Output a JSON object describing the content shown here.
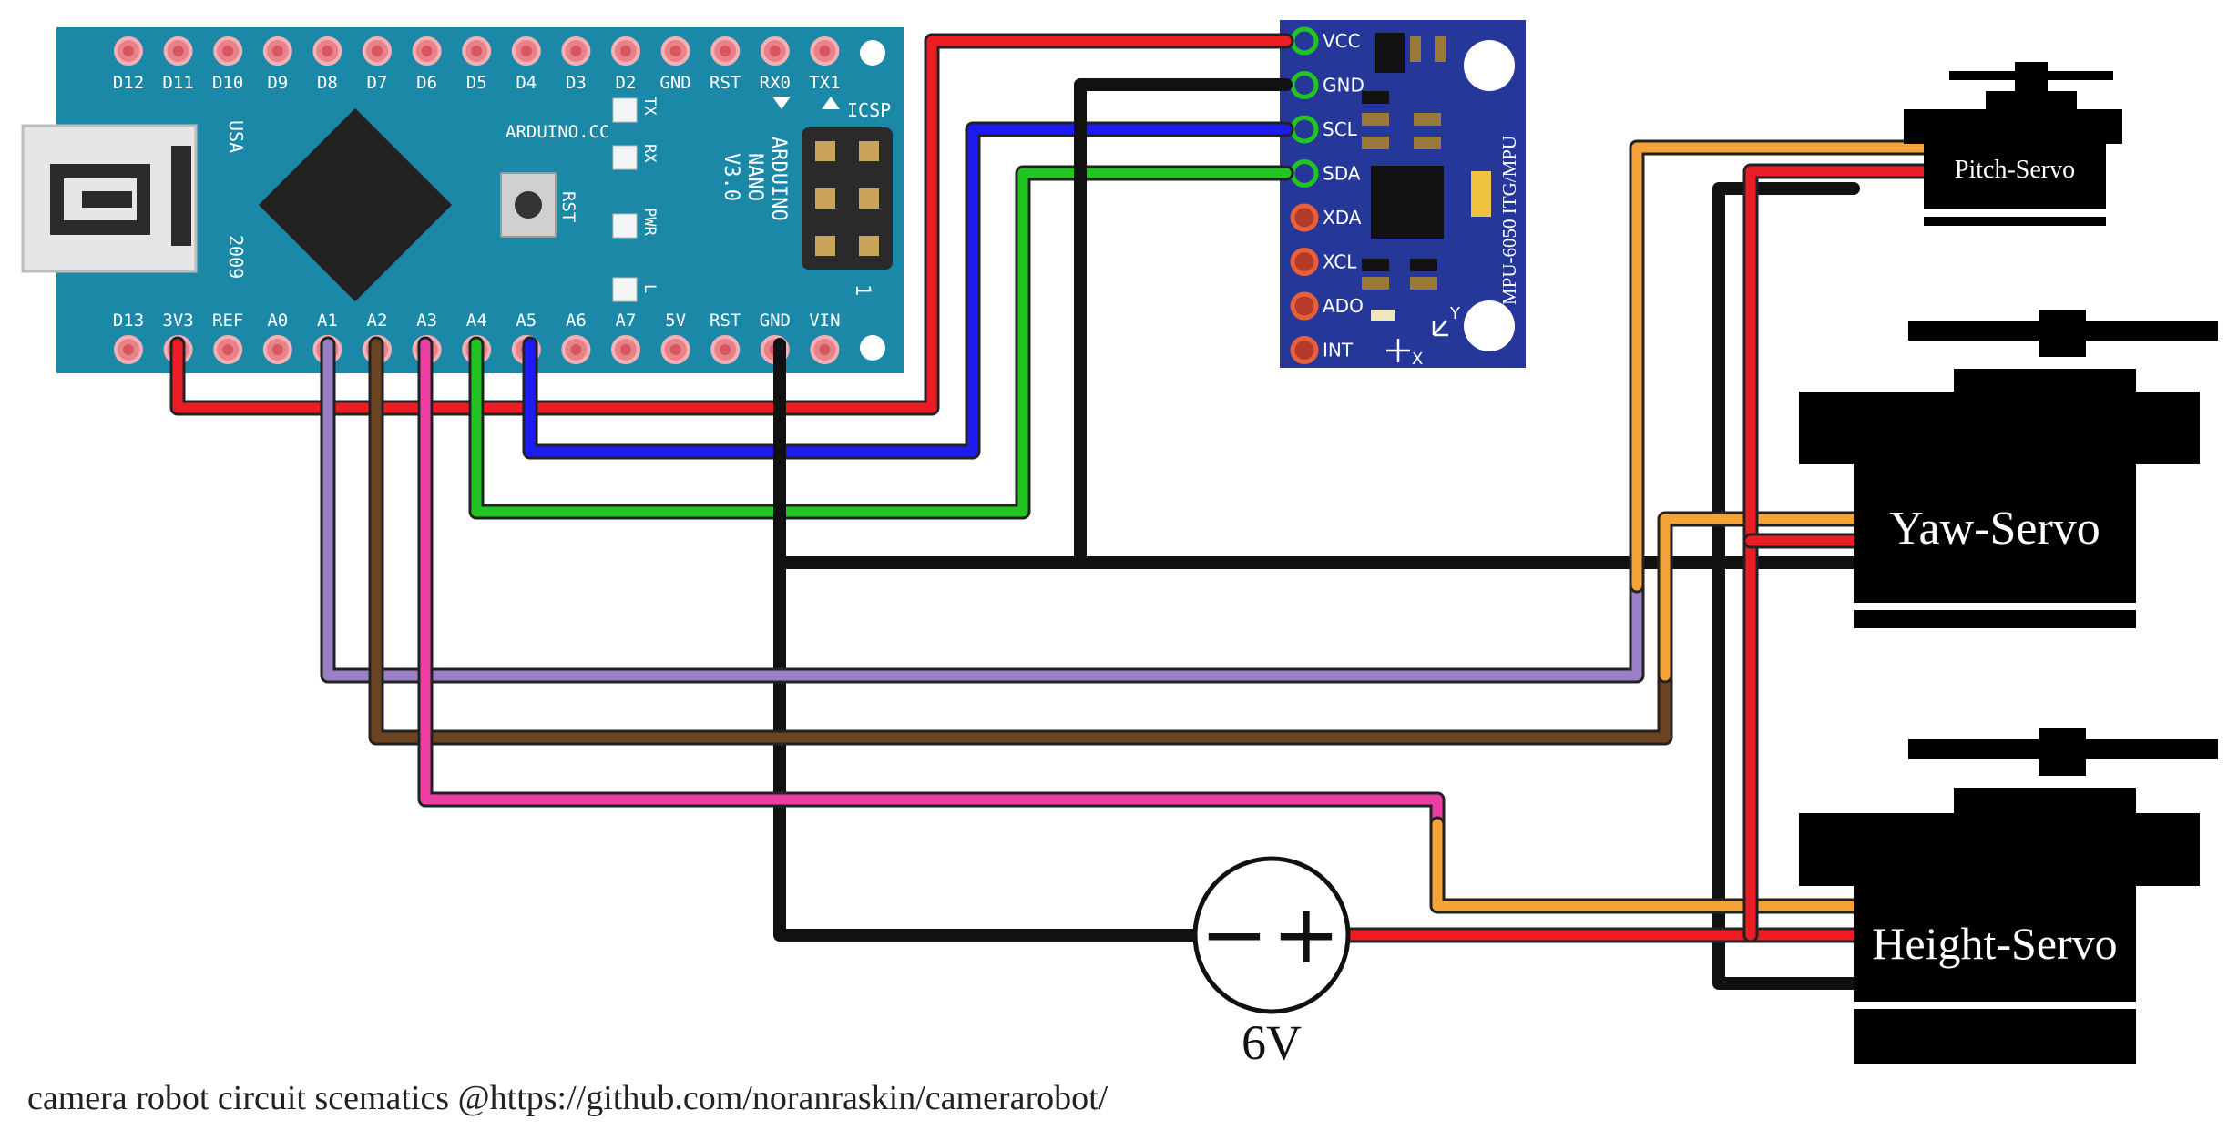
{
  "arduino": {
    "top_pins": [
      "D12",
      "D11",
      "D10",
      "D9",
      "D8",
      "D7",
      "D6",
      "D5",
      "D4",
      "D3",
      "D2",
      "GND",
      "RST",
      "RX0",
      "TX1"
    ],
    "bottom_pins": [
      "D13",
      "3V3",
      "REF",
      "A0",
      "A1",
      "A2",
      "A3",
      "A4",
      "A5",
      "A6",
      "A7",
      "5V",
      "RST",
      "GND",
      "VIN"
    ],
    "name_line1": "ARDUINO",
    "name_line2": "NANO",
    "name_line3": "V3.0",
    "site": "ARDUINO.CC",
    "usa": "USA",
    "year": "2009",
    "rst_label": "RST",
    "icsp_label": "ICSP",
    "icsp_num": "1",
    "led_labels": [
      "TX",
      "RX",
      "PWR",
      "L"
    ],
    "board_color": "#1b88a8"
  },
  "mpu": {
    "pins": [
      "VCC",
      "GND",
      "SCL",
      "SDA",
      "XDA",
      "XCL",
      "ADO",
      "INT"
    ],
    "chip_label": "MPU-6050 ITG/MPU",
    "axis_x": "X",
    "axis_y": "Y",
    "board_color": "#26379a"
  },
  "servos": {
    "pitch": "Pitch-Servo",
    "yaw": "Yaw-Servo",
    "height": "Height-Servo"
  },
  "battery": {
    "minus": "−",
    "plus": "+",
    "voltage": "6V"
  },
  "wire_colors": {
    "red": "#ee1c24",
    "black": "#111111",
    "blue": "#1c1cf0",
    "green": "#22c422",
    "purple": "#9b7fc4",
    "brown": "#6b4423",
    "pink": "#ec3fa4",
    "orange": "#f6a23a"
  },
  "caption": "camera robot circuit scematics @https://github.com/noranraskin/camerarobot/"
}
